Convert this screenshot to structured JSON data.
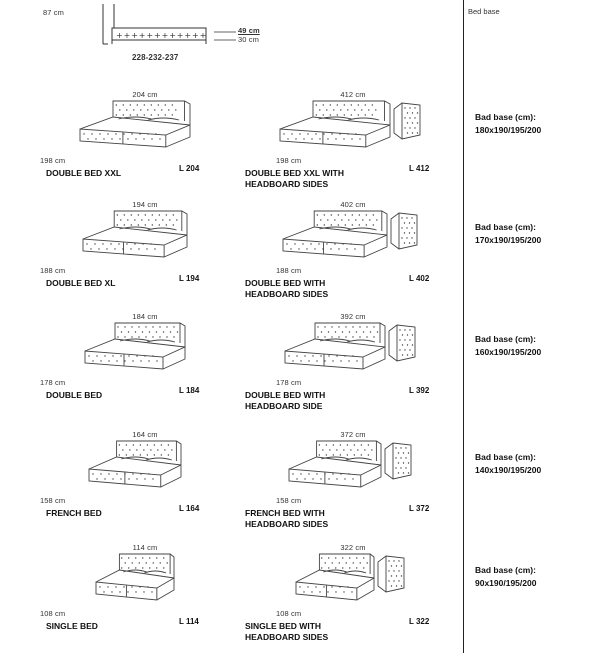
{
  "header": {
    "height_label": "87 cm",
    "headboard_h": "49 cm",
    "base_h": "30 cm",
    "lengths": "228-232-237",
    "bed_base_title": "Bed base"
  },
  "rows": [
    {
      "left": {
        "width": "204 cm",
        "depth": "198 cm",
        "name": [
          "DOUBLE BED XXL"
        ],
        "code": "L 204"
      },
      "right": {
        "width": "412 cm",
        "depth": "198 cm",
        "name": [
          "DOUBLE BED XXL WITH",
          "HEADBOARD SIDES"
        ],
        "code": "L 412"
      },
      "base": {
        "label": "Bad base (cm):",
        "sizes": "180x190/195/200"
      }
    },
    {
      "left": {
        "width": "194 cm",
        "depth": "188 cm",
        "name": [
          "DOUBLE BED XL"
        ],
        "code": "L 194"
      },
      "right": {
        "width": "402 cm",
        "depth": "188 cm",
        "name": [
          "DOUBLE BED WITH",
          "HEADBOARD SIDES"
        ],
        "code": "L 402"
      },
      "base": {
        "label": "Bad base (cm):",
        "sizes": "170x190/195/200"
      }
    },
    {
      "left": {
        "width": "184 cm",
        "depth": "178 cm",
        "name": [
          "DOUBLE BED"
        ],
        "code": "L 184"
      },
      "right": {
        "width": "392 cm",
        "depth": "178 cm",
        "name": [
          "DOUBLE BED WITH",
          "HEADBOARD SIDE"
        ],
        "code": "L 392"
      },
      "base": {
        "label": "Bad base (cm):",
        "sizes": "160x190/195/200"
      }
    },
    {
      "left": {
        "width": "164 cm",
        "depth": "158 cm",
        "name": [
          "FRENCH BED"
        ],
        "code": "L 164"
      },
      "right": {
        "width": "372 cm",
        "depth": "158 cm",
        "name": [
          "FRENCH BED WITH",
          "HEADBOARD SIDES"
        ],
        "code": "L 372"
      },
      "base": {
        "label": "Bad base (cm):",
        "sizes": "140x190/195/200"
      }
    },
    {
      "left": {
        "width": "114 cm",
        "depth": "108 cm",
        "name": [
          "SINGLE BED"
        ],
        "code": "L 114"
      },
      "right": {
        "width": "322 cm",
        "depth": "108 cm",
        "name": [
          "SINGLE BED WITH",
          "HEADBOARD SIDES"
        ],
        "code": "L 322"
      },
      "base": {
        "label": "Bad base (cm):",
        "sizes": "90x190/195/200"
      }
    }
  ]
}
